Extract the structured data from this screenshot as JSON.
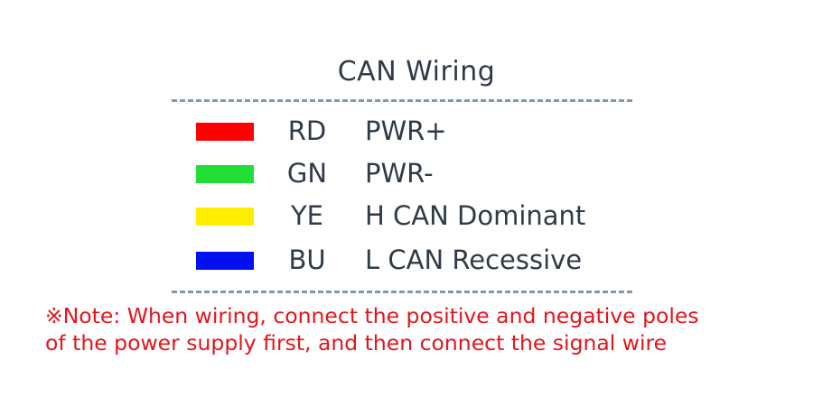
{
  "title": "CAN Wiring",
  "wires": [
    {
      "code": "RD",
      "label": "PWR+",
      "color": "#ff0000"
    },
    {
      "code": "GN",
      "label": "PWR-",
      "color": "#22dd33"
    },
    {
      "code": "YE",
      "label": "H CAN Dominant",
      "color": "#ffee00"
    },
    {
      "code": "BU",
      "label": "L CAN Recessive",
      "color": "#0010ee"
    }
  ],
  "note": {
    "line1": "※Note: When wiring, connect the positive and negative poles",
    "line2": "of the power supply first, and then connect the signal wire",
    "color": "#e5141c"
  }
}
